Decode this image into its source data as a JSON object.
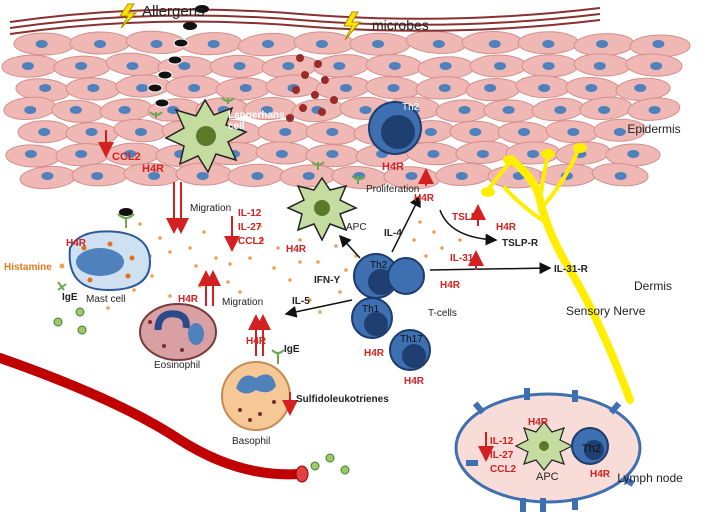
{
  "labels": {
    "allergens": "Allergens",
    "microbes": "microbes",
    "epidermis": "Epidermis",
    "dermis": "Dermis",
    "langerhans": "Langerhans cell",
    "th2_top": "Th2",
    "ccl2_left": "CCL2",
    "h4r_lc": "H4R",
    "h4r_th2": "H4R",
    "migration_top": "Migration",
    "il12": "IL-12",
    "il27": "IL-27",
    "ccl2_mid": "CCL2",
    "apc": "APC",
    "proliferation": "Proliferation",
    "h4r_prolif": "H4R",
    "h4r_apc": "H4R",
    "il4": "IL-4",
    "tslp": "TSLP",
    "h4r_tslp": "H4R",
    "tslp_r": "TSLP-R",
    "il31": "IL-31",
    "il31_r": "IL-31-R",
    "histamine": "Histamine",
    "h4r_mast": "H4R",
    "ige_mast": "IgE",
    "mast_cell": "Mast cell",
    "h4r_migr": "H4R",
    "migration_mid": "Migration",
    "ifn_y": "IFN-Y",
    "il5": "IL-5",
    "th2_tcell": "Th2",
    "th1": "Th1",
    "th17": "Th17",
    "tcells": "T-cells",
    "h4r_th2b": "H4R",
    "h4r_th1": "H4R",
    "h4r_th17": "H4R",
    "eosinophil": "Eosinophil",
    "h4r_baso": "H4R",
    "ige_baso": "IgE",
    "sulfido": "Sulfidoleukotrienes",
    "basophil": "Basophil",
    "sensory_nerve": "Sensory Nerve",
    "ln_h4r_apc": "H4R",
    "ln_il12": "IL-12",
    "ln_il27": "IL-27",
    "ln_ccl2": "CCL2",
    "ln_apc": "APC",
    "ln_th2": "Th2",
    "ln_h4r_th2": "H4R",
    "lymph_node": "Lymph node"
  },
  "colors": {
    "keratinocyte_fill": "#f0b8b4",
    "keratinocyte_stroke": "#d48f8b",
    "nucleus": "#4f81bd",
    "apc_fill": "#c5dca0",
    "tcell": "#3e6fb0",
    "red_label": "#d32020",
    "histamine_dot": "#f0a050",
    "nerve": "#ffee00",
    "vessel": "#c00000",
    "lymph_fill": "#f8dcd8"
  }
}
